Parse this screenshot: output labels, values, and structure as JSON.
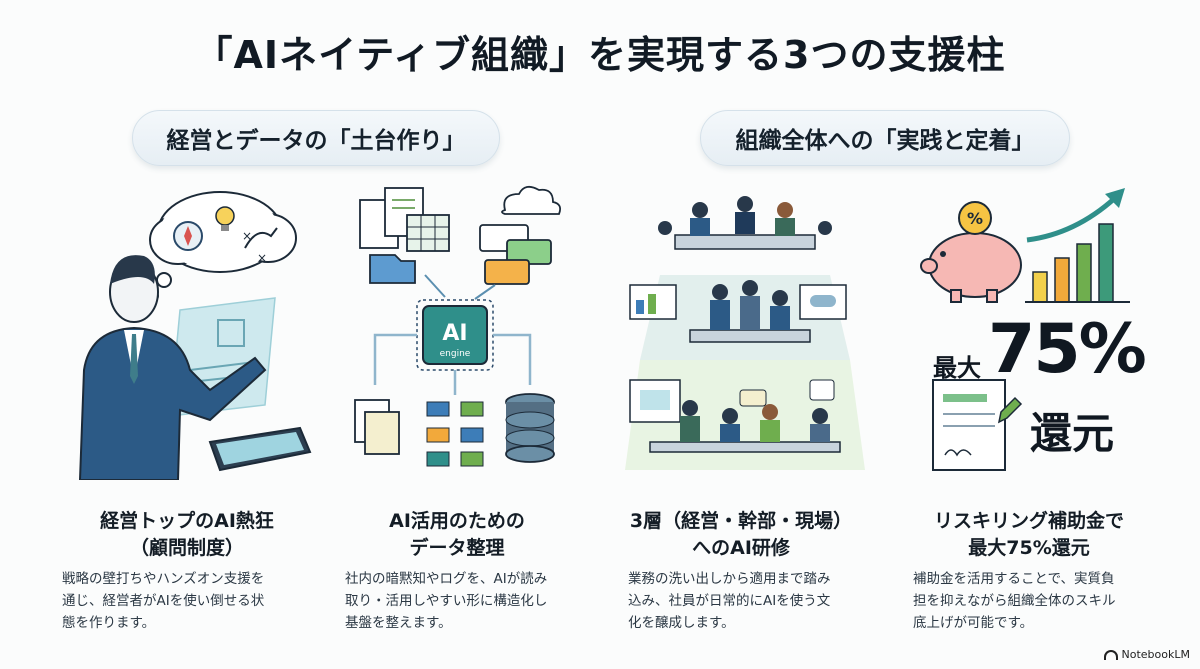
{
  "title": "「AIネイティブ組織」を実現する3つの支援柱",
  "sections": {
    "left": "経営とデータの「土台作り」",
    "right": "組織全体への「実践と定着」"
  },
  "columns": [
    {
      "title_line1": "経営トップのAI熱狂",
      "title_line2": "（顧問制度）",
      "desc_line1": "戦略の壁打ちやハンズオン支援を",
      "desc_line2": "通じ、経営者がAIを使い倒せる状",
      "desc_line3": "態を作ります。"
    },
    {
      "title_line1": "AI活用のための",
      "title_line2": "データ整理",
      "desc_line1": "社内の暗黙知やログを、AIが読み",
      "desc_line2": "取り・活用しやすい形に構造化し",
      "desc_line3": "基盤を整えます。"
    },
    {
      "title_line1": "3層（経営・幹部・現場）",
      "title_line2": "へのAI研修",
      "desc_line1": "業務の洗い出しから適用まで踏み",
      "desc_line2": "込み、社員が日常的にAIを使う文",
      "desc_line3": "化を醸成します。"
    },
    {
      "title_line1": "リスキリング補助金で",
      "title_line2": "最大75%還元",
      "desc_line1": "補助金を活用することで、実質負",
      "desc_line2": "担を抑えながら組織全体のスキル",
      "desc_line3": "底上げが可能です。"
    }
  ],
  "illustration": {
    "ai_chip_line1": "AI",
    "ai_chip_line2": "engine",
    "percent_symbol": "%",
    "big_prefix": "最大",
    "big_number": "75%",
    "big_suffix": "還元"
  },
  "branding": "NotebookLM",
  "colors": {
    "navy": "#1f3a5a",
    "teal": "#2f8f8a",
    "green": "#6fae4e",
    "orange": "#f2a93b",
    "blue": "#3d7db8",
    "pink": "#f4b3b3"
  }
}
